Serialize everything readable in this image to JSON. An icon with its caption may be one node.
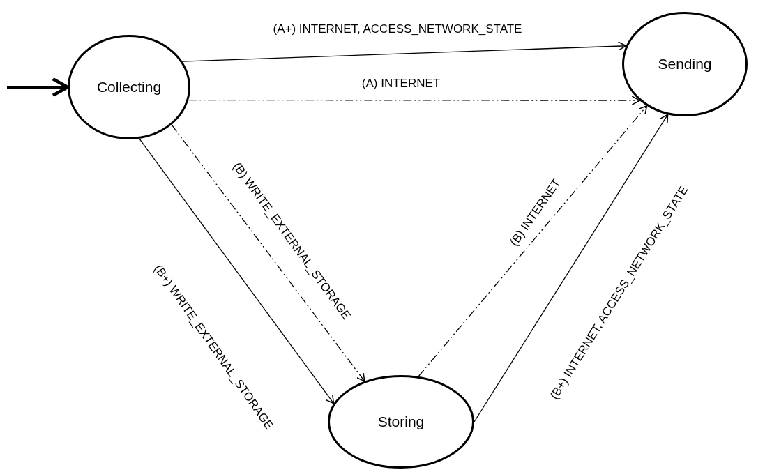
{
  "diagram": {
    "nodes": [
      {
        "text": [
          "Collecting"
        ]
      },
      {
        "text": [
          "Sending"
        ]
      },
      {
        "text": [
          "Storing"
        ]
      }
    ],
    "edges": [
      {
        "from": null,
        "to": 0,
        "arrow": "to",
        "style": "thick"
      },
      {
        "from": 0,
        "to": 1,
        "arrow": "to",
        "label": "(A+) INTERNET, ACCESS_NETWORK_STATE"
      },
      {
        "from": 0,
        "to": 1,
        "arrow": "to",
        "label": "(A) INTERNET",
        "style": "dashed"
      },
      {
        "from": 0,
        "to": 2,
        "arrow": "to",
        "label": "(B) WRITE_EXTERNAL_STORAGE",
        "style": "dashed"
      },
      {
        "from": 0,
        "to": 2,
        "arrow": "to",
        "label": "(B+) WRITE_EXTERNAL_STORAGE"
      },
      {
        "from": 2,
        "to": 1,
        "arrow": "to",
        "label": "(B) INTERNET",
        "style": "dashed"
      },
      {
        "from": 2,
        "to": 1,
        "arrow": "to",
        "label": "(B+) INTERNET, ACCESS_NETWORK_STATE"
      }
    ]
  }
}
